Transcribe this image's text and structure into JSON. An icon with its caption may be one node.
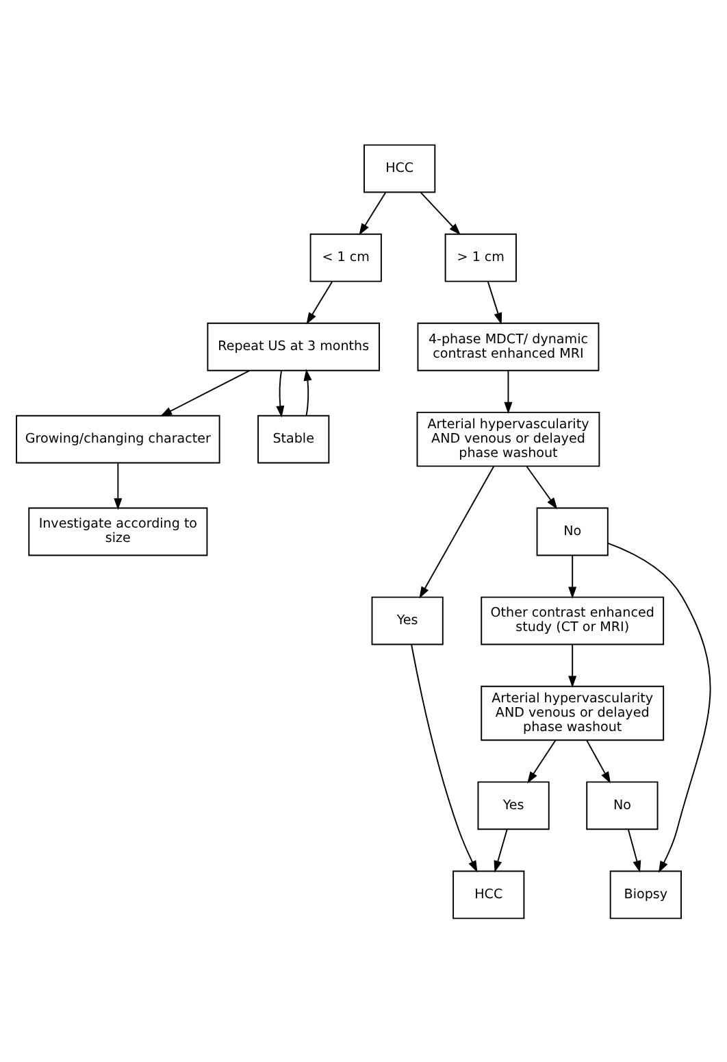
{
  "diagram": {
    "nodes": [
      {
        "text": [
          "HCC"
        ]
      },
      {
        "text": [
          "< 1 cm"
        ]
      },
      {
        "text": [
          "> 1 cm"
        ]
      },
      {
        "text": [
          "Repeat US at 3 months"
        ]
      },
      {
        "text": [
          "4-phase MDCT/ dynamic contrast enhanced MRI"
        ]
      },
      {
        "text": [
          "Arterial hypervascularity AND venous or delayed phase washout"
        ]
      },
      {
        "text": [
          "Growing/changing character"
        ]
      },
      {
        "text": [
          "Stable"
        ]
      },
      {
        "text": [
          "Yes"
        ]
      },
      {
        "text": [
          "Other contrast enhanced study (CT or MRI)"
        ]
      },
      {
        "text": [
          "No"
        ]
      },
      {
        "text": [
          "Investigate according to size"
        ]
      },
      {
        "text": [
          "HCC"
        ]
      },
      {
        "text": [
          "Arterial hypervascularity AND venous or delayed phase washout"
        ]
      },
      {
        "text": [
          "Biopsy"
        ]
      },
      {
        "text": [
          "Yes"
        ]
      },
      {
        "text": [
          "No"
        ]
      }
    ],
    "edges": [
      {
        "from": 0,
        "to": 1,
        "arrow": "to"
      },
      {
        "from": 0,
        "to": 2,
        "arrow": "to"
      },
      {
        "from": 1,
        "to": 3,
        "arrow": "to"
      },
      {
        "from": 2,
        "to": 4,
        "arrow": "to"
      },
      {
        "from": 3,
        "to": 6,
        "arrow": "to"
      },
      {
        "from": 3,
        "to": 7,
        "arrow": "to"
      },
      {
        "from": 7,
        "to": 3,
        "arrow": "to"
      },
      {
        "from": 4,
        "to": 5,
        "arrow": "to"
      },
      {
        "from": 5,
        "to": 8,
        "arrow": "to"
      },
      {
        "from": 5,
        "to": 10,
        "arrow": "to"
      },
      {
        "from": 10,
        "to": 9,
        "arrow": "to"
      },
      {
        "from": 10,
        "to": 14,
        "arrow": "to"
      },
      {
        "from": 6,
        "to": 11,
        "arrow": "to"
      },
      {
        "from": 8,
        "to": 12,
        "arrow": "to"
      },
      {
        "from": 9,
        "to": 13,
        "arrow": "to"
      },
      {
        "from": 13,
        "to": 15,
        "arrow": "to"
      },
      {
        "from": 13,
        "to": 16,
        "arrow": "to"
      },
      {
        "from": 15,
        "to": 12,
        "arrow": "to"
      },
      {
        "from": 16,
        "to": 14,
        "arrow": "to"
      }
    ]
  }
}
